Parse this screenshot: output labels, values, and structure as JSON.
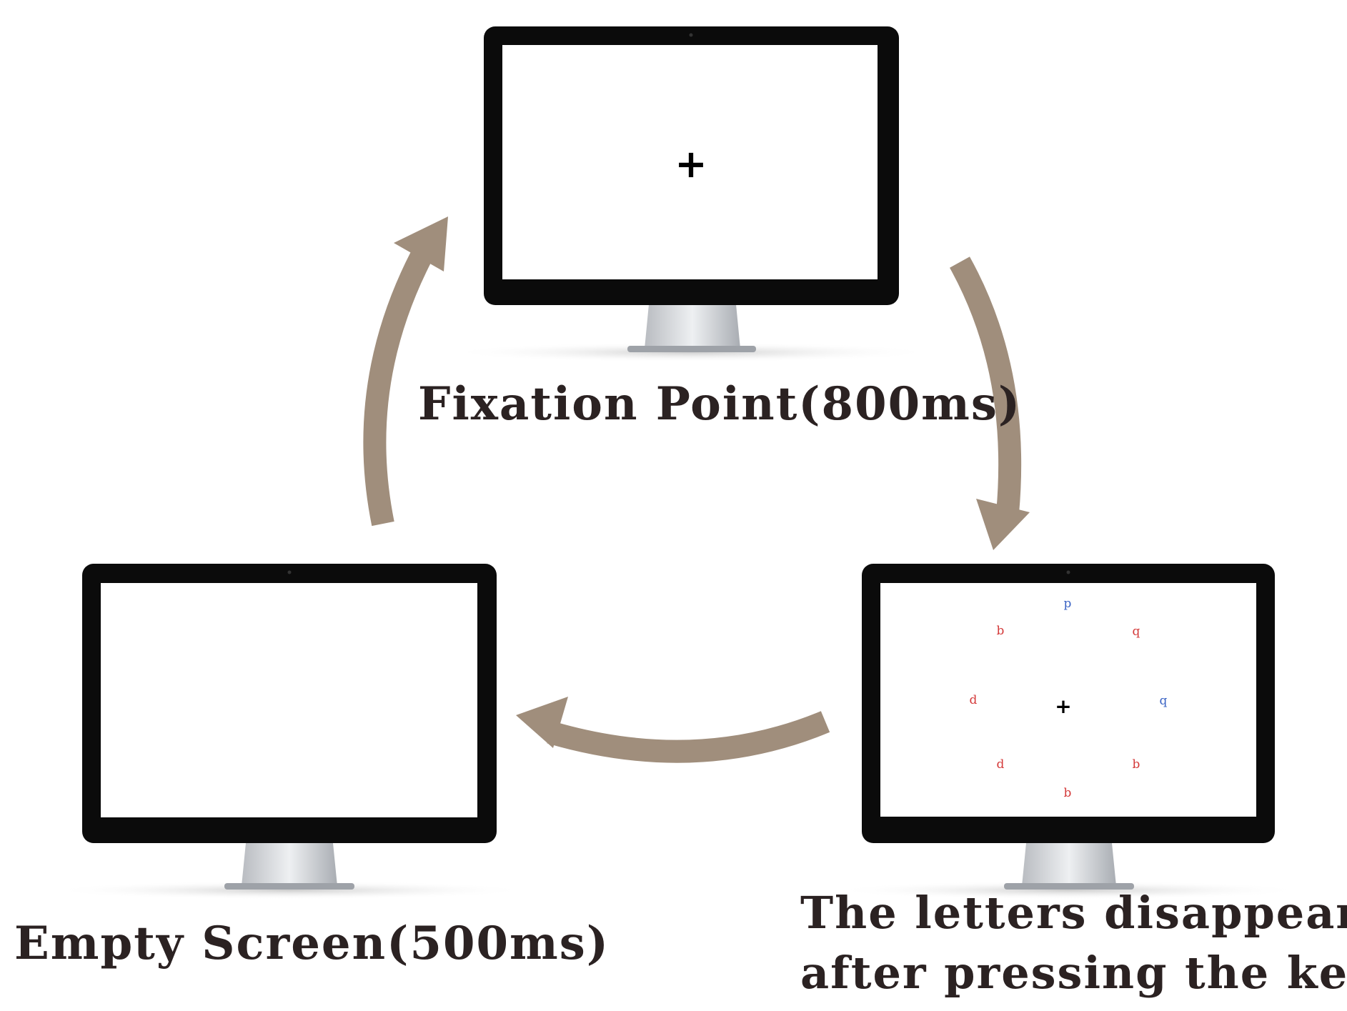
{
  "screens": [
    {
      "id": "fixation",
      "caption": "Fixation Point(800ms)",
      "content": "+"
    },
    {
      "id": "letters",
      "caption_lines": [
        "The letters disappear",
        "after pressing the key"
      ],
      "center": "+",
      "letters": [
        {
          "char": "p",
          "color": "#3a63c4"
        },
        {
          "char": "b",
          "color": "#d43a3a"
        },
        {
          "char": "q",
          "color": "#d43a3a"
        },
        {
          "char": "d",
          "color": "#d43a3a"
        },
        {
          "char": "q",
          "color": "#3a63c4"
        },
        {
          "char": "d",
          "color": "#d43a3a"
        },
        {
          "char": "b",
          "color": "#d43a3a"
        },
        {
          "char": "b",
          "color": "#d43a3a"
        }
      ]
    },
    {
      "id": "empty",
      "caption": "Empty Screen(500ms)"
    }
  ],
  "colors": {
    "arrow": "#a08e7c",
    "bezel": "#0b0b0b",
    "caption": "#2b2222"
  }
}
